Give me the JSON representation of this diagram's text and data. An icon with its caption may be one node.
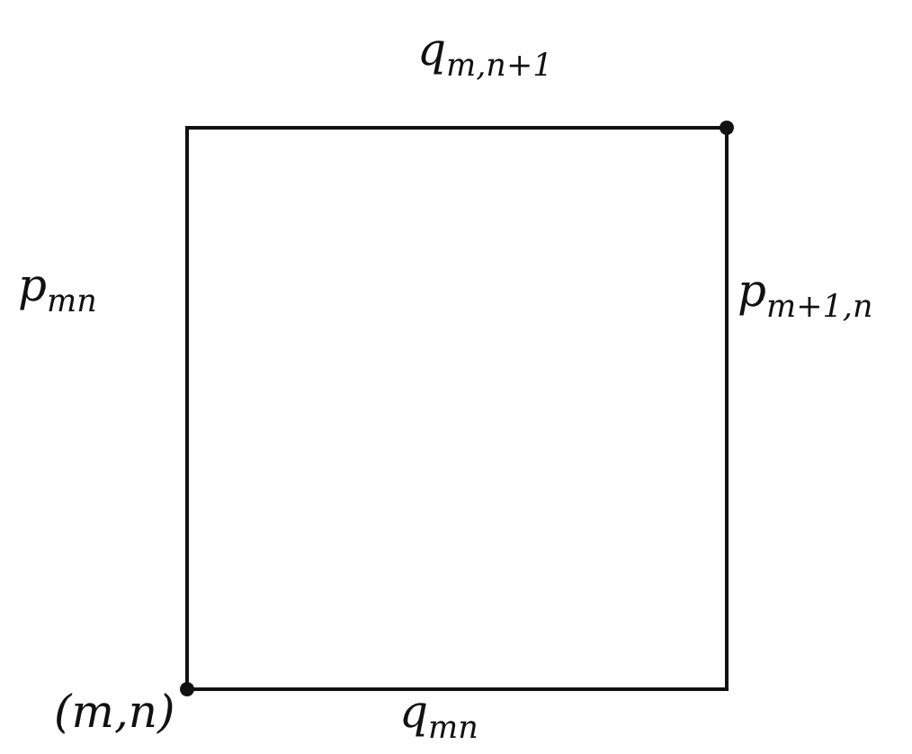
{
  "diagram": {
    "nodes": [
      {
        "text": [],
        "shape": "box"
      }
    ],
    "labels": [
      "q$_{m,n+1}$",
      "p$_{mn}$",
      "p$_{m+1,n}$",
      "(m,n)",
      "q$_{mn}$"
    ]
  }
}
